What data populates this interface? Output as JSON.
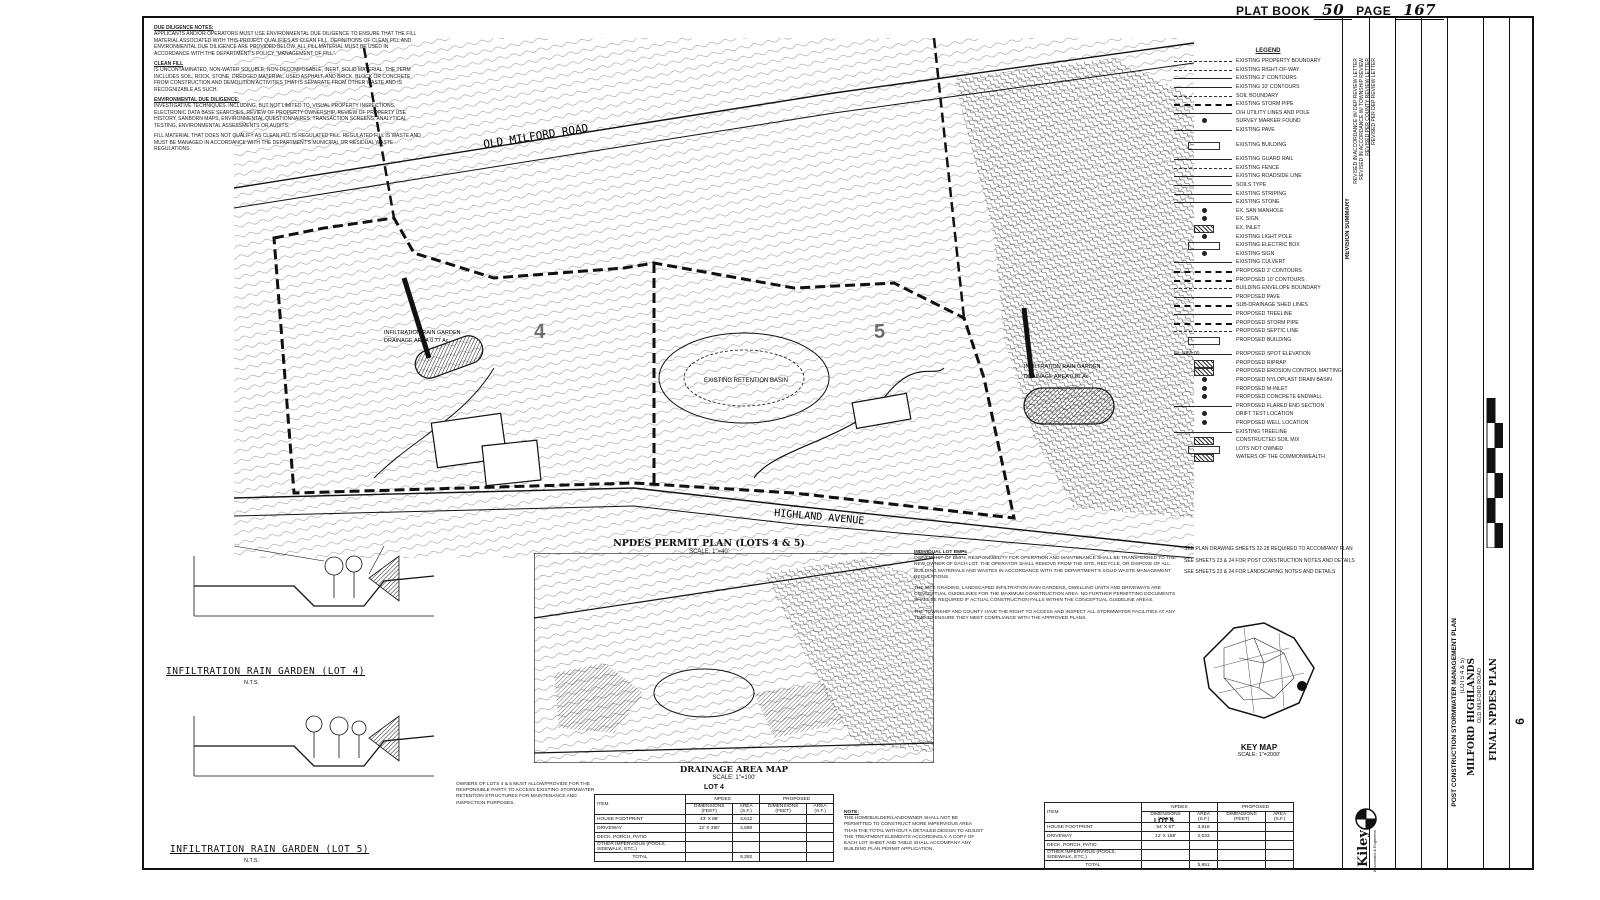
{
  "plat_book": {
    "label": "PLAT BOOK",
    "book": "50",
    "page_label": "PAGE",
    "page": "167"
  },
  "notes": {
    "due_diligence_heading": "DUE DILIGENCE NOTES:",
    "due_diligence_text": "APPLICANTS AND/OR OPERATORS MUST USE ENVIRONMENTAL DUE DILIGENCE TO ENSURE THAT THE FILL MATERIAL ASSOCIATED WITH THIS PROJECT QUALIFIES AS CLEAN FILL. DEFINITIONS OF CLEAN FILL AND ENVIRONMENTAL DUE DILIGENCE ARE PROVIDED BELOW. ALL FILL MATERIAL MUST BE USED IN ACCORDANCE WITH THE DEPARTMENT'S POLICY \"MANAGEMENT OF FILL\".",
    "clean_fill_heading": "CLEAN FILL",
    "clean_fill_text": "IS UNCONTAMINATED, NON-WATER SOLUBLE, NON-DECOMPOSABLE, INERT, SOLID MATERIAL. THE TERM INCLUDES SOIL, ROCK, STONE, DREDGED MATERIAL, USED ASPHALT, AND BRICK, BLOCK OR CONCRETE FROM CONSTRUCTION AND DEMOLITION ACTIVITIES THAT IS SEPARATE FROM OTHER WASTE AND IS RECOGNIZABLE AS SUCH.",
    "env_heading": "ENVIRONMENTAL DUE DILIGENCE:",
    "env_text": "INVESTIGATIVE TECHNIQUES, INCLUDING, BUT NOT LIMITED TO, VISUAL PROPERTY INSPECTIONS, ELECTRONIC DATA BASE SEARCHES, REVIEW OF PROPERTY OWNERSHIP, REVIEW OF PROPERTY USE HISTORY, SANBORN MAPS, ENVIRONMENTAL QUESTIONNAIRES, TRANSACTION SCREENS, ANALYTICAL TESTING, ENVIRONMENTAL ASSESSMENTS OR AUDITS.",
    "fill_text": "FILL MATERIAL THAT DOES NOT QUALIFY AS CLEAN FILL IS REGULATED FILL. REGULATED FILL IS WASTE AND MUST BE MANAGED IN ACCORDANCE WITH THE DEPARTMENT'S MUNICIPAL OR RESIDUAL WASTE REGULATIONS."
  },
  "legend": {
    "title": "LEGEND",
    "items": [
      "EXISTING PROPERTY BOUNDARY",
      "EXISTING RIGHT-OF-WAY",
      "EXISTING 2' CONTOURS",
      "EXISTING 10' CONTOURS",
      "SOIL BOUNDARY",
      "EXISTING STORM PIPE",
      "O/H UTILITY LINES AND POLE",
      "SURVEY MARKER FOUND",
      "EXISTING PAVE",
      "EXISTING BUILDING",
      "EXISTING GUARD RAIL",
      "EXISTING FENCE",
      "EXISTING ROADSIDE LINE",
      "SOILS TYPE",
      "EXISTING STRIPING",
      "EXISTING STONE",
      "EX. SAN MANHOLE",
      "EX. SIGN",
      "EX. INLET",
      "EXISTING LIGHT POLE",
      "EXISTING ELECTRIC BOX",
      "EXISTING SIGN",
      "EXISTING CULVERT",
      "PROPOSED 2' CONTOURS",
      "PROPOSED 10' CONTOURS",
      "BUILDING ENVELOPE BOUNDARY",
      "PROPOSED PAVE",
      "SUB-DRAINAGE SHED LINES",
      "PROPOSED TREELINE",
      "PROPOSED STORM PIPE",
      "PROPOSED SEPTIC LINE",
      "PROPOSED BUILDING",
      "PROPOSED SPOT ELEVATION",
      "PROPOSED RIPRAP",
      "PROPOSED EROSION CONTROL MATTING",
      "PROPOSED NYLOPLAST DRAIN BASIN",
      "PROPOSED M-INLET",
      "PROPOSED CONCRETE ENDWALL",
      "PROPOSED FLARED END SECTION",
      "DRIFT TEST LOCATION",
      "PROPOSED WELL LOCATION",
      "EXISTING TREELINE",
      "CONSTRUCTED SOIL MIX",
      "LOTS NOT OWNED",
      "WATERS OF THE COMMONWEALTH"
    ],
    "spot_elev_sample": "EL 1050.00"
  },
  "side_notes": [
    "SEE PLAN DRAWING SHEETS 22-28 REQUIRED TO ACCOMPANY PLAN",
    "SEE SHEETS 23 & 24 FOR POST CONSTRUCTION NOTES AND DETAILS",
    "SEE SHEETS 23 & 24 FOR LANDSCAPING NOTES AND DETAILS"
  ],
  "site_plan": {
    "road_top": "OLD MILFORD ROAD",
    "road_bottom": "HIGHLAND AVENUE",
    "caption": "NPDES PERMIT PLAN (LOTS 4 & 5)",
    "scale": "SCALE: 1\"=40'",
    "lot4_num": "4",
    "lot5_num": "5",
    "lot4_label": "INFILTRATION RAIN GARDEN",
    "lot5_label": "INFILTRATION RAIN GARDEN",
    "basin_label": "EXISTING RETENTION BASIN",
    "label_1": "DRAINAGE AREA 0.77 Ac",
    "label_2": "DRAINAGE AREA 0.87 Ac"
  },
  "rain_garden_4": {
    "title": "INFILTRATION RAIN GARDEN (LOT 4)",
    "nts": "N.T.S."
  },
  "rain_garden_5": {
    "title": "INFILTRATION RAIN GARDEN (LOT 5)",
    "nts": "N.T.S."
  },
  "drainage_map": {
    "caption": "DRAINAGE AREA MAP",
    "scale": "SCALE: 1\"=100'"
  },
  "key_map": {
    "caption": "KEY MAP",
    "scale": "SCALE: 1\"=2000'"
  },
  "ops": {
    "heading": "INDIVIDUAL LOT BMPs",
    "text_1": "OWNERSHIP OF BMPs, RESPONSIBILITY FOR OPERATION AND MAINTENANCE SHALL BE TRANSFERRED TO THE NEW OWNER OF EACH LOT. THE OPERATOR SHALL REMOVE FROM THE SITE, RECYCLE, OR DISPOSE OF ALL BUILDING MATERIALS AND WASTES IN ACCORDANCE WITH THE DEPARTMENT'S SOLID WASTE MANAGEMENT REGULATIONS.",
    "text_2": "THE SITE GRADING, LANDSCAPED INFILTRATION RAIN GARDENS, DWELLING UNITS AND DRIVEWAYS ARE CONCEPTUAL GUIDELINES FOR THE MAXIMUM CONSTRUCTION AREA. NO FURTHER PERMITTING DOCUMENTS SHALL BE REQUIRED IF ACTUAL CONSTRUCTION FALLS WITHIN THE CONCEPTUAL GUIDELINE AREAS.",
    "text_3": "THE TOWNSHIP AND COUNTY HAVE THE RIGHT TO ACCESS AND INSPECT ALL STORMWATER FACILITIES AT ANY TIME TO ENSURE THEY MEET COMPLIANCE WITH THE APPROVED PLANS.",
    "owners_text": "OWNERS OF LOTS 4 & 5 MUST ALLOW/PROVIDE FOR THE RESPONSIBLE PARTY TO ACCESS EXISTING STORMWATER RETENTION STRUCTURES FOR MAINTENANCE AND INSPECTION PURPOSES.",
    "note_label": "NOTE:",
    "note_text": "THE HOMEBUILDER/LANDOWNER SHALL NOT BE PERMITTED TO CONSTRUCT MORE IMPERVIOUS AREA THAN THE TOTAL WITHOUT A DETAILED DESIGN TO ADJUST THE TREATMENT ELEMENTS ACCORDINGLY. A COPY OF EACH LOT SHEET AND TABLE SHALL ACCOMPANY ANY BUILDING PLAN PERMIT APPLICATION."
  },
  "lot4_table": {
    "title": "LOT 4",
    "headers": [
      "ITEM",
      "DIMENSIONS (FEET)",
      "AREA (S.F.)",
      "DIMENSIONS (FEET)",
      "AREA (S.F.)"
    ],
    "group_npdes": "NPDES",
    "group_proposed": "PROPOSED",
    "rows": [
      [
        "HOUSE FOOTPRINT",
        "43' X 88'",
        "3,612",
        "",
        ""
      ],
      [
        "DRIVEWAY",
        "12' X 390'",
        "4,680",
        "",
        ""
      ],
      [
        "DECK, PORCH, PATIO",
        "",
        "",
        "",
        ""
      ],
      [
        "OTHER IMPERVIOUS (POOLS, SIDEWALK, ETC.)",
        "",
        "",
        "",
        ""
      ],
      [
        "TOTAL",
        "",
        "8,292",
        "",
        ""
      ]
    ]
  },
  "lot5_table": {
    "title": "LOT 5",
    "headers": [
      "ITEM",
      "DIMENSIONS (FEET)",
      "AREA (S.F.)",
      "DIMENSIONS (FEET)",
      "AREA (S.F.)"
    ],
    "group_npdes": "NPDES",
    "group_proposed": "PROPOSED",
    "rows": [
      [
        "HOUSE FOOTPRINT",
        "54' X 67'",
        "3,618",
        "",
        ""
      ],
      [
        "DRIVEWAY",
        "12' X 169'",
        "2,033",
        "",
        ""
      ],
      [
        "DECK, PORCH, PATIO",
        "",
        "",
        "",
        ""
      ],
      [
        "OTHER IMPERVIOUS (POOLS, SIDEWALK, ETC.)",
        "",
        "",
        "",
        ""
      ],
      [
        "TOTAL",
        "",
        "5,651",
        "",
        ""
      ]
    ]
  },
  "title_block": {
    "project_type": "POST CONSTRUCTION STORMWATER MANAGEMENT PLAN",
    "lots": "(LOTS 4 & 5)",
    "project": "MILFORD HIGHLANDS",
    "road": "OLD MILFORD ROAD",
    "sheet_title": "FINAL NPDES PLAN",
    "sheet_no": "6",
    "firm": "Kiley",
    "firm_sub": "Associates & Engineers",
    "revision_title": "REVISION SUMMARY",
    "revisions": [
      "REVISED IN ACCORDANCE W/ DEP REVIEW LETTER",
      "REVISED IN ACCORDANCE W/ TOWNSHIP REVIEW",
      "REVISED PER COUNTY REVIEW LETTER",
      "REVISED PER DEP REVIEW LETTER"
    ]
  }
}
